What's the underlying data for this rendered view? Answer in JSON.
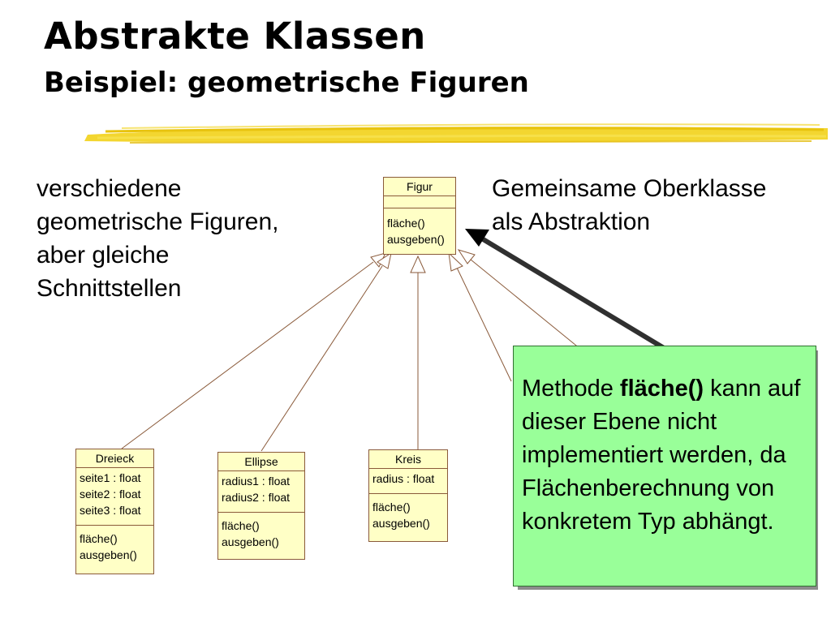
{
  "slide": {
    "title": "Abstrakte Klassen",
    "subtitle": "Beispiel: geometrische Figuren",
    "left_text": [
      "verschiedene",
      "geometrische Figuren,",
      "aber gleiche",
      "Schnittstellen"
    ],
    "right_text": [
      "Gemeinsame Oberklasse",
      "als Abstraktion"
    ]
  },
  "uml": {
    "figur": {
      "name": "Figur",
      "attributes": [],
      "methods": [
        "fläche()",
        "ausgeben()"
      ]
    },
    "dreieck": {
      "name": "Dreieck",
      "attributes": [
        "seite1 : float",
        "seite2 : float",
        "seite3 : float"
      ],
      "methods": [
        "fläche()",
        "ausgeben()"
      ]
    },
    "ellipse": {
      "name": "Ellipse",
      "attributes": [
        "radius1 : float",
        "radius2 : float"
      ],
      "methods": [
        "fläche()",
        "ausgeben()"
      ]
    },
    "kreis": {
      "name": "Kreis",
      "attributes": [
        "radius : float"
      ],
      "methods": [
        "fläche()",
        "ausgeben()"
      ]
    }
  },
  "callout": {
    "pre": "Methode ",
    "bold": "fläche()",
    "post": " kann auf dieser Ebene nicht implementiert werden, da Flächenberechnung von konkretem Typ abhängt."
  },
  "colors": {
    "uml_fill": "#ffffc6",
    "uml_border": "#8a5a3a",
    "callout_fill": "#99ff99",
    "brush": "#f2d21a"
  }
}
